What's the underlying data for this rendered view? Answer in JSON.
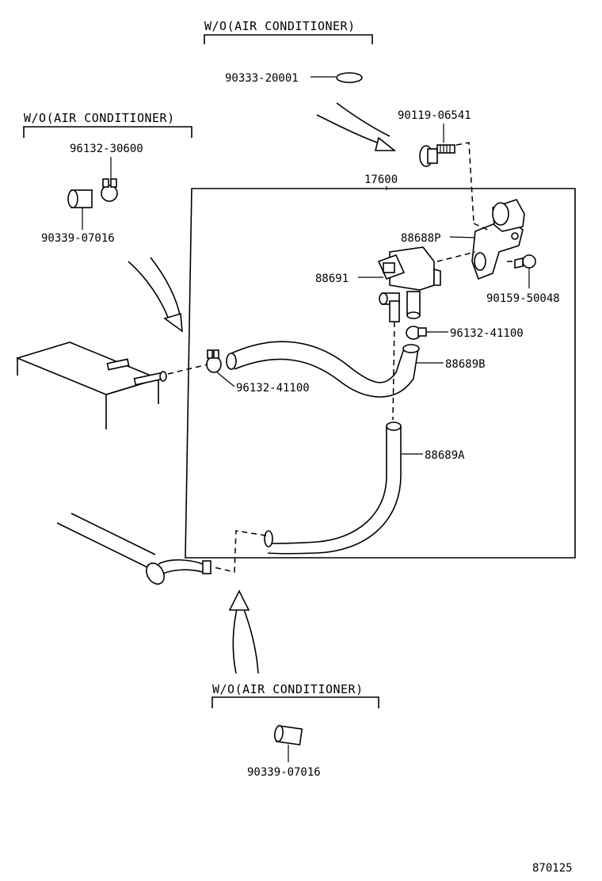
{
  "notes": {
    "top": "W/O(AIR CONDITIONER)",
    "left": "W/O(AIR CONDITIONER)",
    "bottom": "W/O(AIR CONDITIONER)"
  },
  "labels": {
    "gasket_90333": "90333-20001",
    "bolt_90119": "90119-06541",
    "clip_96132_30600": "96132-30600",
    "hose_90339_top": "90339-07016",
    "assy_17600": "17600",
    "bracket_88688p": "88688P",
    "valve_88691": "88691",
    "screw_90159": "90159-50048",
    "clip_96132_41100_right": "96132-41100",
    "hose_88689b": "88689B",
    "clip_96132_41100_left": "96132-41100",
    "hose_88689a": "88689A",
    "hose_90339_bottom": "90339-07016"
  },
  "figure_number": "870125"
}
